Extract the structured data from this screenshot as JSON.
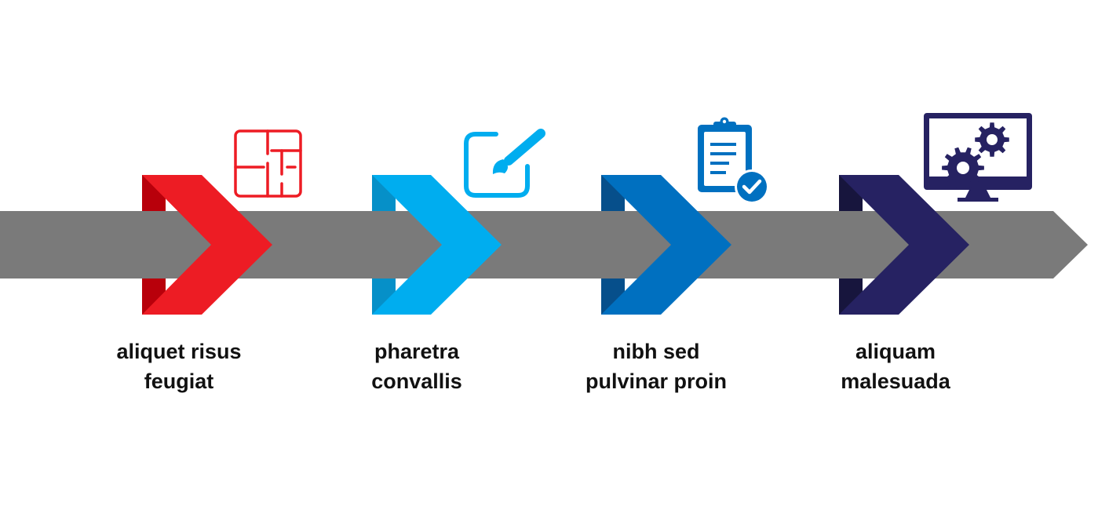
{
  "steps": [
    {
      "line1": "aliquet risus",
      "line2": "feugiat",
      "color": "#ed1c24",
      "shade": "#b8000b",
      "icon": "floor-plan-icon"
    },
    {
      "line1": "pharetra",
      "line2": "convallis",
      "color": "#00adef",
      "shade": "#0690c8",
      "icon": "paint-brush-icon"
    },
    {
      "line1": "nibh sed",
      "line2": "pulvinar proin",
      "color": "#0070c0",
      "shade": "#064f8b",
      "icon": "clipboard-check-icon"
    },
    {
      "line1": "aliquam",
      "line2": "malesuada",
      "color": "#262262",
      "shade": "#17153d",
      "icon": "monitor-gears-icon"
    }
  ],
  "colors": {
    "arrow": "#7a7a7a"
  }
}
